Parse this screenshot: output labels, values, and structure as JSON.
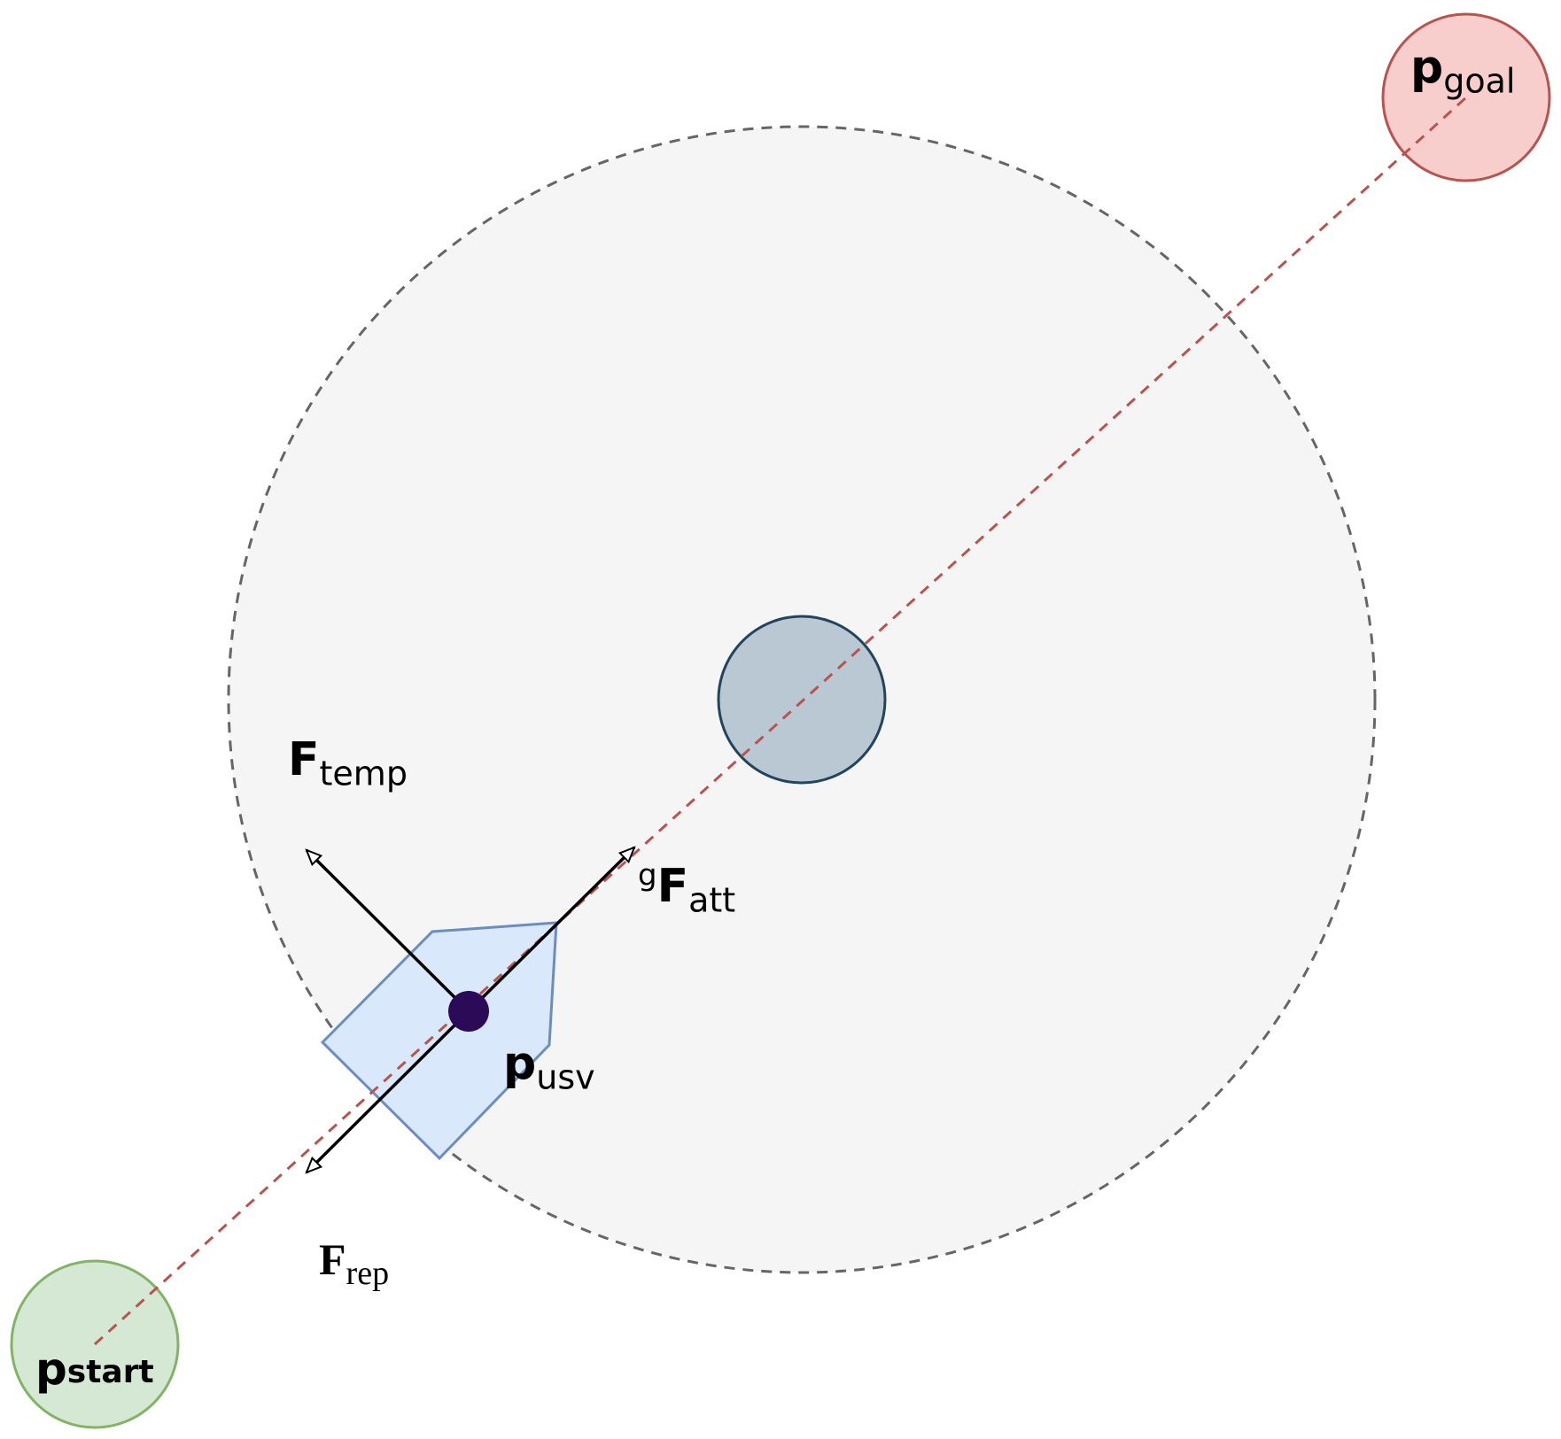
{
  "labels": {
    "goal": {
      "main": "p",
      "sub": "goal"
    },
    "start": {
      "main": "p",
      "sub": "start"
    },
    "usv": {
      "main": "p",
      "sub": "usv"
    },
    "temp_force": {
      "main": "F",
      "sub": "temp"
    },
    "attractive_force": {
      "sup": "g",
      "main": "F",
      "sub": "att"
    },
    "repulsive_force": {
      "main": "F",
      "sub": "rep"
    }
  },
  "colors": {
    "detection_zone_fill": "#f5f5f5",
    "detection_zone_stroke": "#666666",
    "goal_fill": "#f8cecc",
    "goal_stroke": "#b85450",
    "start_fill": "#d5e8d4",
    "start_stroke": "#82b366",
    "obstacle_fill": "#bac8d3",
    "obstacle_stroke": "#23445d",
    "path_line": "#b85450",
    "usv_hull_fill": "#dae8fc",
    "usv_hull_stroke": "#6c8ebf",
    "usv_dot": "#2b0a57",
    "arrow": "#000000"
  }
}
